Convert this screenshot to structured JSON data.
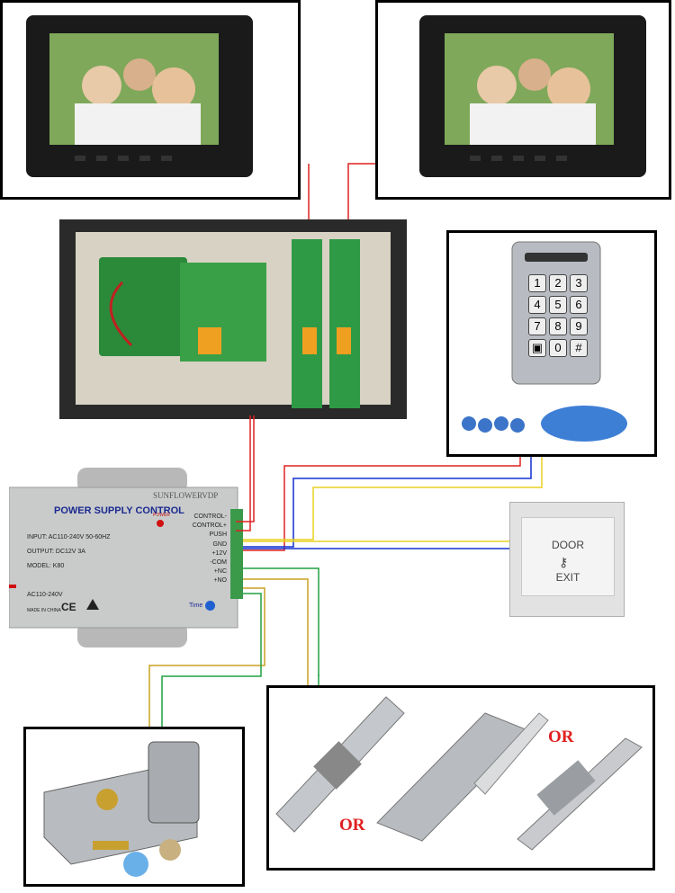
{
  "psu": {
    "brand": "SUNFLOWERVDP",
    "title": "POWER SUPPLY CONTROL",
    "power_label": "POWER",
    "input": "INPUT: AC110-240V  50-60HZ",
    "output": "OUTPUT: DC12V  3A",
    "model": "MODEL: K80",
    "ac_label": "AC110-240V",
    "made_in": "MADE IN CHINA",
    "time_label": "Time",
    "terminals": [
      "CONTROL-",
      "CONTROL+",
      "PUSH",
      "GND",
      "+12V",
      "-COM",
      "+NC",
      "+NO"
    ]
  },
  "exit_button": {
    "line1": "DOOR",
    "line2": "EXIT"
  },
  "keypad": {
    "keys": [
      "1",
      "2",
      "3",
      "4",
      "5",
      "6",
      "7",
      "8",
      "9",
      "▣",
      "0",
      "#"
    ]
  },
  "locks": {
    "or_label_1": "OR",
    "or_label_2": "OR"
  },
  "colors": {
    "red": "#e02020",
    "blue": "#1030d0",
    "yellow": "#e8d020",
    "green": "#20a040",
    "olive": "#c9a020"
  }
}
